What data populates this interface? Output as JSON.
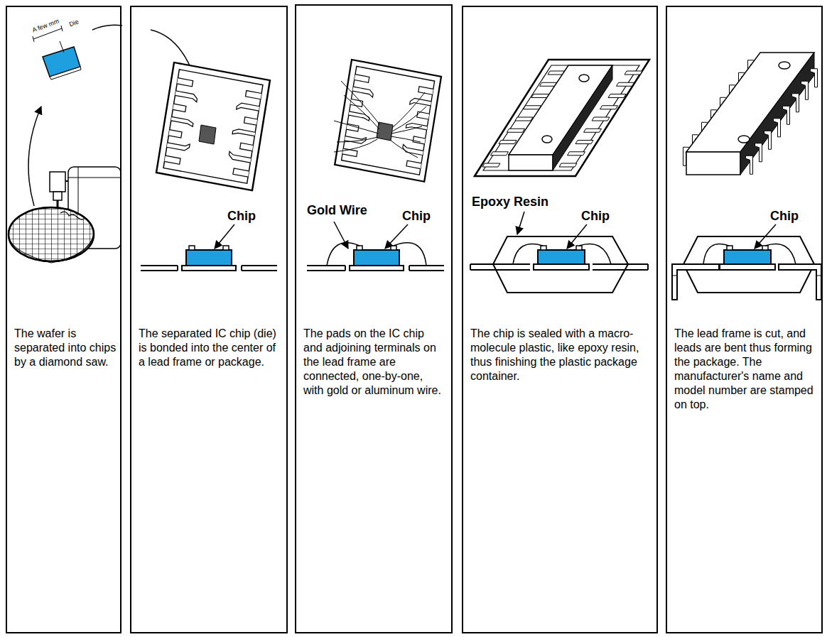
{
  "diagram": {
    "nodes": [
      {
        "text": [
          "The wafer is separated into chips by a diamond saw."
        ]
      },
      {
        "text": [
          "The separated IC chip (die) is bonded into the center of a lead frame or package."
        ]
      },
      {
        "text": [
          "The pads on the IC chip and adjoining terminals on the lead frame are connected, one-by-one, with gold or aluminum wire."
        ]
      },
      {
        "text": [
          "The chip is sealed with a macro-molecule plastic, like epoxy resin, thus finishing the plastic package container."
        ]
      },
      {
        "text": [
          "The lead frame is cut, and leads are bent thus forming the package. The manufacturer's name and model number are stamped on top."
        ]
      }
    ],
    "labels": [
      "A few mm",
      "Die",
      "Chip",
      "Gold Wire",
      "Chip",
      "Epoxy Resin",
      "Chip",
      "Chip"
    ]
  }
}
